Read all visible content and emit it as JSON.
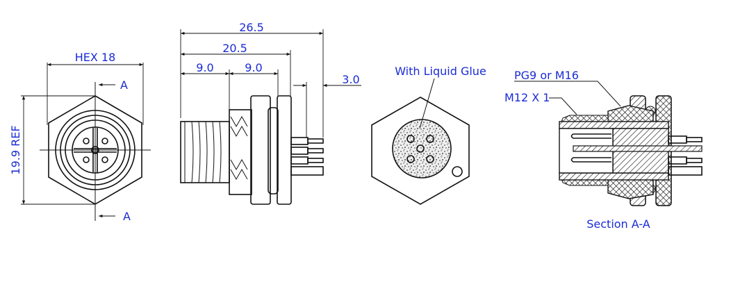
{
  "colors": {
    "label": "#1a2bd6",
    "line": "#111111"
  },
  "front_view": {
    "hex_label": "HEX 18",
    "height_label": "19.9 REF",
    "section_top": "A",
    "section_bottom": "A"
  },
  "side_view": {
    "dims": [
      "26.5",
      "20.5",
      "9.0",
      "9.0",
      "3.0"
    ]
  },
  "glue_view": {
    "label": "With Liquid Glue"
  },
  "section_view": {
    "thread_label_1": "PG9 or M16",
    "thread_label_2": "M12 X 1",
    "title": "Section A-A"
  }
}
